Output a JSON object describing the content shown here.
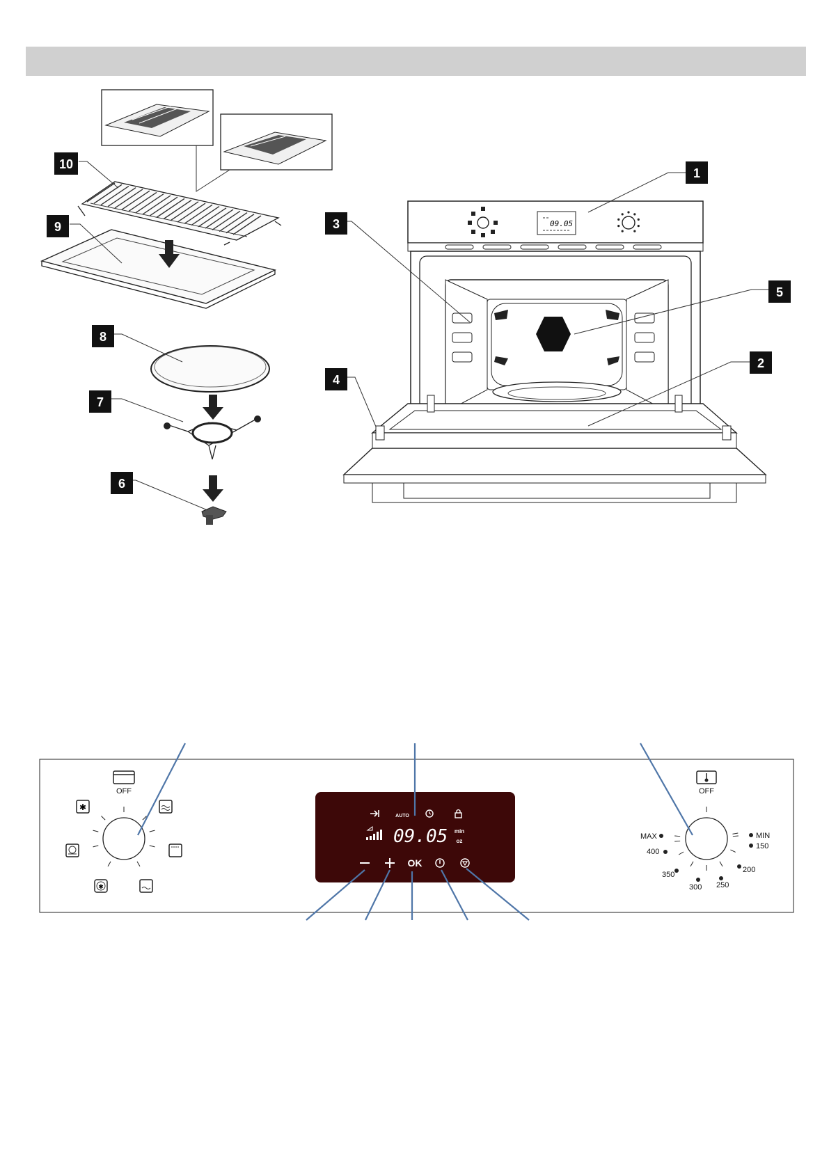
{
  "callouts": [
    "1",
    "2",
    "3",
    "4",
    "5",
    "6",
    "7",
    "8",
    "9",
    "10"
  ],
  "front_display": {
    "time": "09.05"
  },
  "panel": {
    "left_knob": {
      "off_label": "OFF"
    },
    "display": {
      "time": "09.05",
      "auto_label": "AUTO",
      "unit_top": "min",
      "unit_bottom": "oz",
      "ok_label": "OK"
    },
    "right_knob": {
      "off_label": "OFF",
      "labels": {
        "max": "MAX",
        "min": "MIN",
        "t400": "400",
        "t350": "350",
        "t300": "300",
        "t250": "250",
        "t200": "200",
        "t150": "150"
      }
    }
  },
  "colors": {
    "header": "#d0d0d0",
    "display_bg": "#3d0808",
    "leader": "#4f76a8"
  }
}
